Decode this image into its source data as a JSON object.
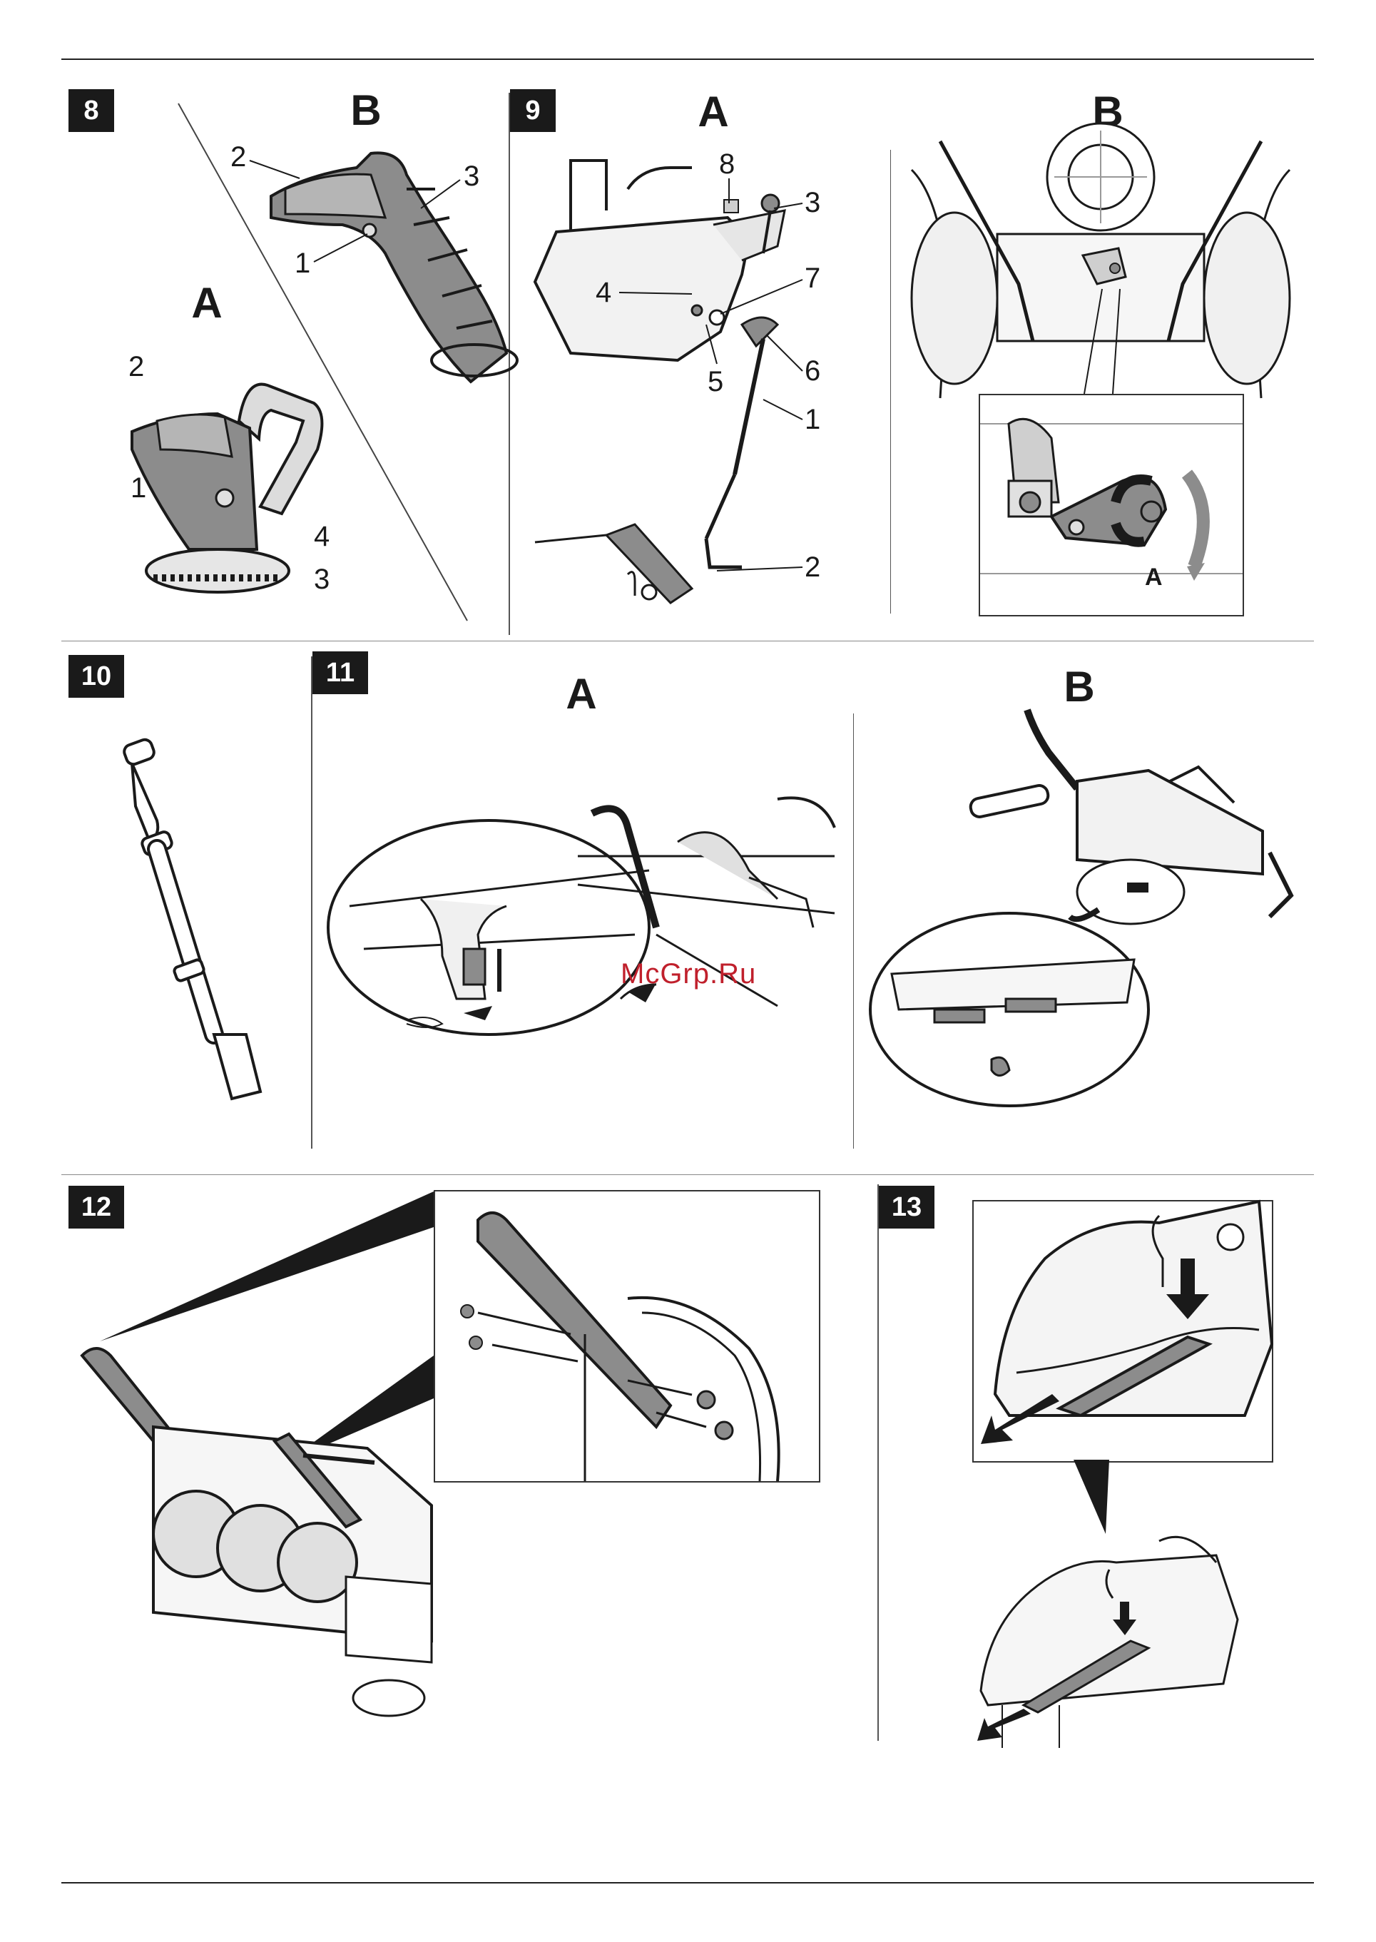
{
  "figures": [
    {
      "id": "fig8",
      "number": "8",
      "sublabels": [
        "B",
        "A"
      ],
      "callouts_B": [
        "2",
        "3",
        "1"
      ],
      "callouts_A": [
        "2",
        "1",
        "4",
        "3"
      ]
    },
    {
      "id": "fig9",
      "number": "9",
      "sublabels": [
        "A",
        "B"
      ],
      "callouts_A": [
        "8",
        "3",
        "4",
        "7",
        "5",
        "6",
        "1",
        "2"
      ],
      "marker_B": "A"
    },
    {
      "id": "fig10",
      "number": "10"
    },
    {
      "id": "fig11",
      "number": "11",
      "sublabels": [
        "A",
        "B"
      ]
    },
    {
      "id": "fig12",
      "number": "12"
    },
    {
      "id": "fig13",
      "number": "13"
    }
  ],
  "watermark": "McGrp.Ru",
  "colors": {
    "ink": "#1a1a1a",
    "part_gray": "#8c8c8c",
    "light_gray": "#cfcfcf",
    "watermark_red": "#c0202c"
  }
}
